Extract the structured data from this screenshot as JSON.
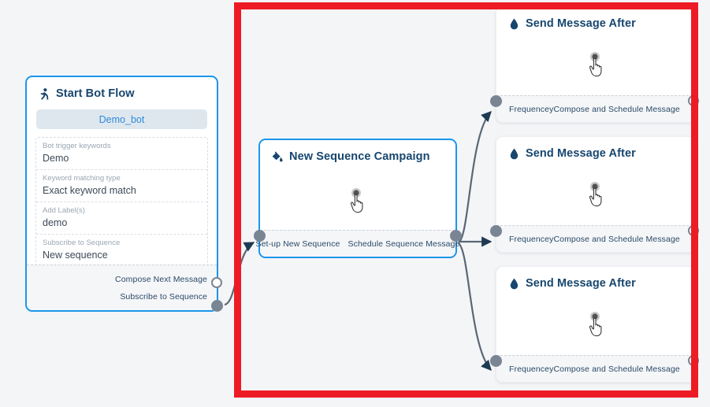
{
  "canvas": {
    "background_color": "#f4f5f7",
    "highlight_color": "#ed1c24"
  },
  "nodes": {
    "start_bot_flow": {
      "title": "Start Bot Flow",
      "icon": "running-person-icon",
      "bot_name": "Demo_bot",
      "fields": [
        {
          "label": "Bot trigger keywords",
          "value": "Demo"
        },
        {
          "label": "Keyword matching type",
          "value": "Exact keyword match"
        },
        {
          "label": "Add Label(s)",
          "value": "demo"
        },
        {
          "label": "Subscribe to Sequence",
          "value": "New sequence"
        }
      ],
      "ports": [
        {
          "label": "Compose Next Message",
          "state": "hollow"
        },
        {
          "label": "Subscribe to Sequence",
          "state": "filled"
        }
      ]
    },
    "new_sequence_campaign": {
      "title": "New Sequence Campaign",
      "icon": "paint-bucket-icon",
      "body_icon": "pointing-hand-cursor-icon",
      "ports": [
        {
          "label": "Set-up New Sequence",
          "state": "filled"
        },
        {
          "label": "Schedule Sequence Message",
          "state": "filled"
        }
      ]
    },
    "send_message_after": [
      {
        "title": "Send Message After",
        "icon": "water-drop-icon",
        "body_icon": "pointing-hand-cursor-icon",
        "ports": [
          {
            "label": "Frequencey",
            "state": "filled"
          },
          {
            "label": "Compose and Schedule Message",
            "state": "hollow"
          }
        ]
      },
      {
        "title": "Send Message After",
        "icon": "water-drop-icon",
        "body_icon": "pointing-hand-cursor-icon",
        "ports": [
          {
            "label": "Frequencey",
            "state": "filled"
          },
          {
            "label": "Compose and Schedule Message",
            "state": "hollow"
          }
        ]
      },
      {
        "title": "Send Message After",
        "icon": "water-drop-icon",
        "body_icon": "pointing-hand-cursor-icon",
        "ports": [
          {
            "label": "Frequencey",
            "state": "filled"
          },
          {
            "label": "Compose and Schedule Message",
            "state": "hollow"
          }
        ]
      }
    ]
  },
  "colors": {
    "node_selected_border": "#1b96eb",
    "title_text": "#17466e",
    "port_fill": "#7a8594",
    "edge_stroke": "#5b6775",
    "bot_pill_bg": "#dfe7ee",
    "bot_pill_text": "#2e8bdc"
  }
}
